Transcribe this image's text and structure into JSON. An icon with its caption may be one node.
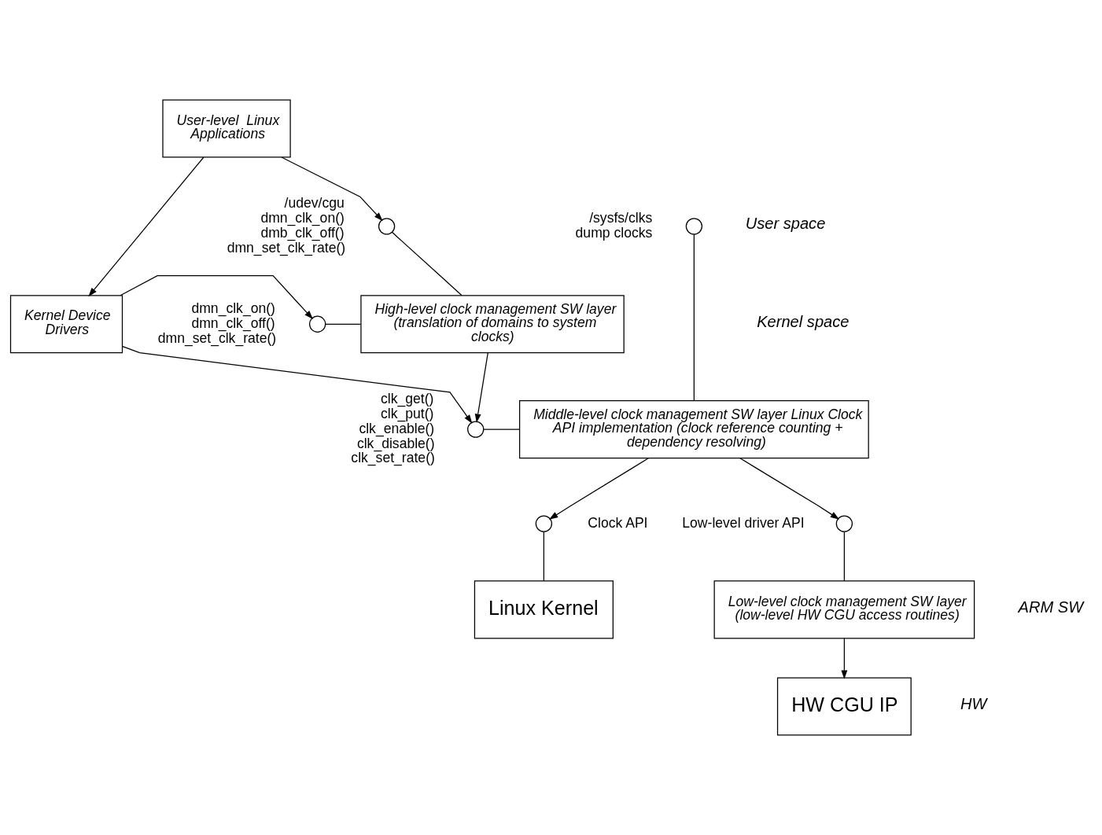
{
  "diagram": {
    "nodes": [
      {
        "text": [
          "User-level  Linux Applications"
        ]
      },
      {
        "text": [],
        "shape": "circle",
        "beside": [
          "/udev/cgu",
          "dmn_clk_on()",
          "dmb_clk_off()",
          "dmn_set_clk_rate()"
        ]
      },
      {
        "text": [],
        "shape": "circle",
        "beside": [
          "/sysfs/clks",
          "dump clocks"
        ]
      },
      {
        "text": [
          "Kernel Device Drivers"
        ]
      },
      {
        "text": [],
        "shape": "circle",
        "beside": [
          "dmn_clk_on()",
          "dmn_clk_off()",
          "dmn_set_clk_rate()"
        ]
      },
      {
        "text": [
          "High-level clock management SW layer (translation of domains to system clocks)"
        ]
      },
      {
        "text": [],
        "shape": "circle",
        "beside": [
          "clk_get()",
          "clk_put()",
          "clk_enable()",
          "clk_disable()",
          "clk_set_rate()"
        ]
      },
      {
        "text": [
          "Middle-level clock management SW layer Linux Clock API implementation (clock reference counting + dependency resolving)"
        ]
      },
      {
        "text": [],
        "shape": "circle",
        "beside": [
          "Clock API"
        ]
      },
      {
        "text": [],
        "shape": "circle",
        "beside": [
          "Low-level driver API"
        ]
      },
      {
        "text": [
          "Linux Kernel"
        ]
      },
      {
        "text": [
          "Low-level clock management SW layer (low-level HW CGU access routines)"
        ]
      },
      {
        "text": [
          "HW CGU IP"
        ]
      }
    ],
    "edges": [
      {
        "from": 0,
        "to": 1,
        "arrow": "to"
      },
      {
        "from": 0,
        "to": 3,
        "arrow": "to"
      },
      {
        "from": 3,
        "to": 4,
        "arrow": "to"
      },
      {
        "from": 1,
        "to": 5,
        "arrow": "none"
      },
      {
        "from": 4,
        "to": 5,
        "arrow": "none"
      },
      {
        "from": 2,
        "to": 7,
        "arrow": "none"
      },
      {
        "from": 3,
        "to": 6,
        "arrow": "to"
      },
      {
        "from": 5,
        "to": 6,
        "arrow": "to"
      },
      {
        "from": 6,
        "to": 7,
        "arrow": "none"
      },
      {
        "from": 7,
        "to": 8,
        "arrow": "to"
      },
      {
        "from": 7,
        "to": 9,
        "arrow": "to"
      },
      {
        "from": 8,
        "to": 10,
        "arrow": "none"
      },
      {
        "from": 9,
        "to": 11,
        "arrow": "none"
      },
      {
        "from": 11,
        "to": 12,
        "arrow": "to"
      }
    ],
    "labels": [
      "User space",
      "Kernel space",
      "ARM SW",
      "HW"
    ]
  }
}
